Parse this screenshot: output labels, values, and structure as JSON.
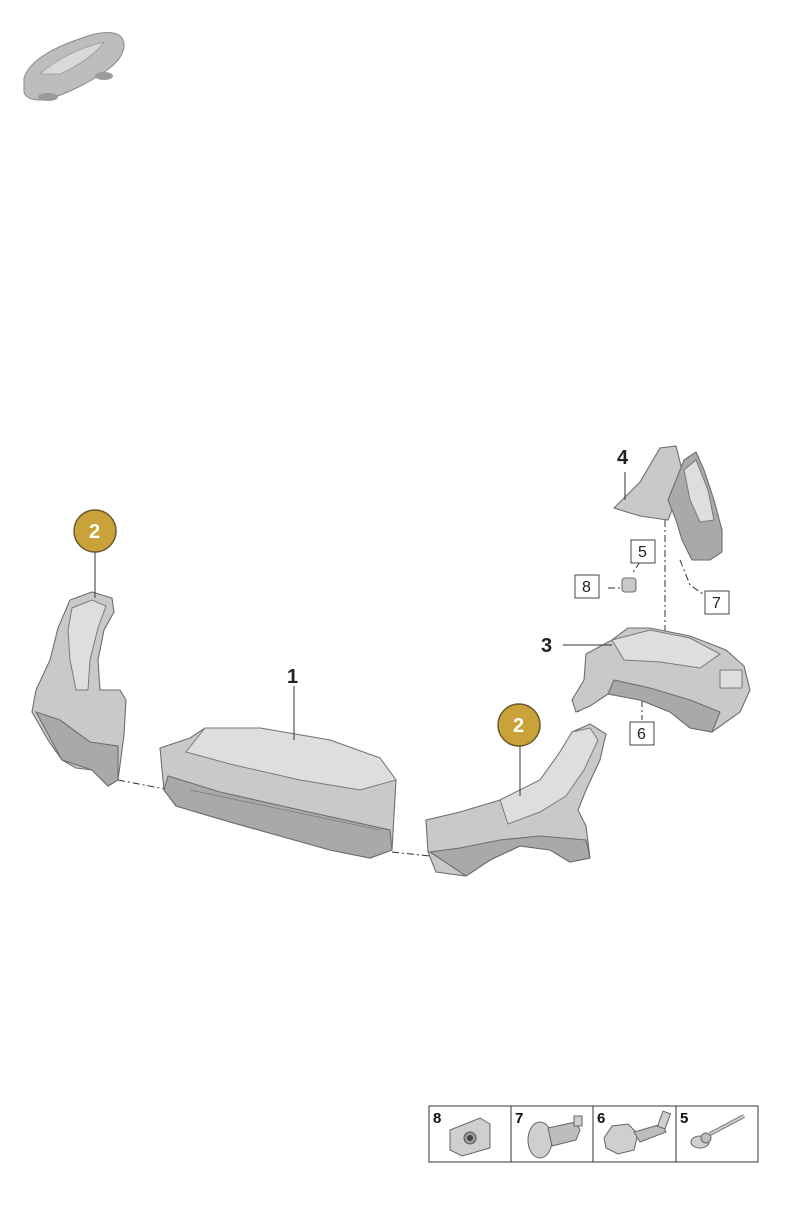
{
  "callouts": [
    {
      "id": "c1",
      "label": "1"
    },
    {
      "id": "c3",
      "label": "3"
    },
    {
      "id": "c4",
      "label": "4"
    }
  ],
  "boxed_callouts": [
    {
      "id": "b5",
      "label": "5"
    },
    {
      "id": "b8",
      "label": "8"
    },
    {
      "id": "b7",
      "label": "7"
    },
    {
      "id": "b6",
      "label": "6"
    }
  ],
  "badges": [
    {
      "id": "badge-left",
      "label": "2"
    },
    {
      "id": "badge-right",
      "label": "2"
    }
  ],
  "legend": {
    "cells": [
      {
        "label": "8"
      },
      {
        "label": "7"
      },
      {
        "label": "6"
      },
      {
        "label": "5"
      }
    ]
  },
  "colors": {
    "badge_fill": "#c9a23a",
    "badge_stroke": "#6b5a2a",
    "part_fill": "#c9c9c9"
  },
  "icons": {
    "vehicle": "car-silhouette-icon"
  }
}
